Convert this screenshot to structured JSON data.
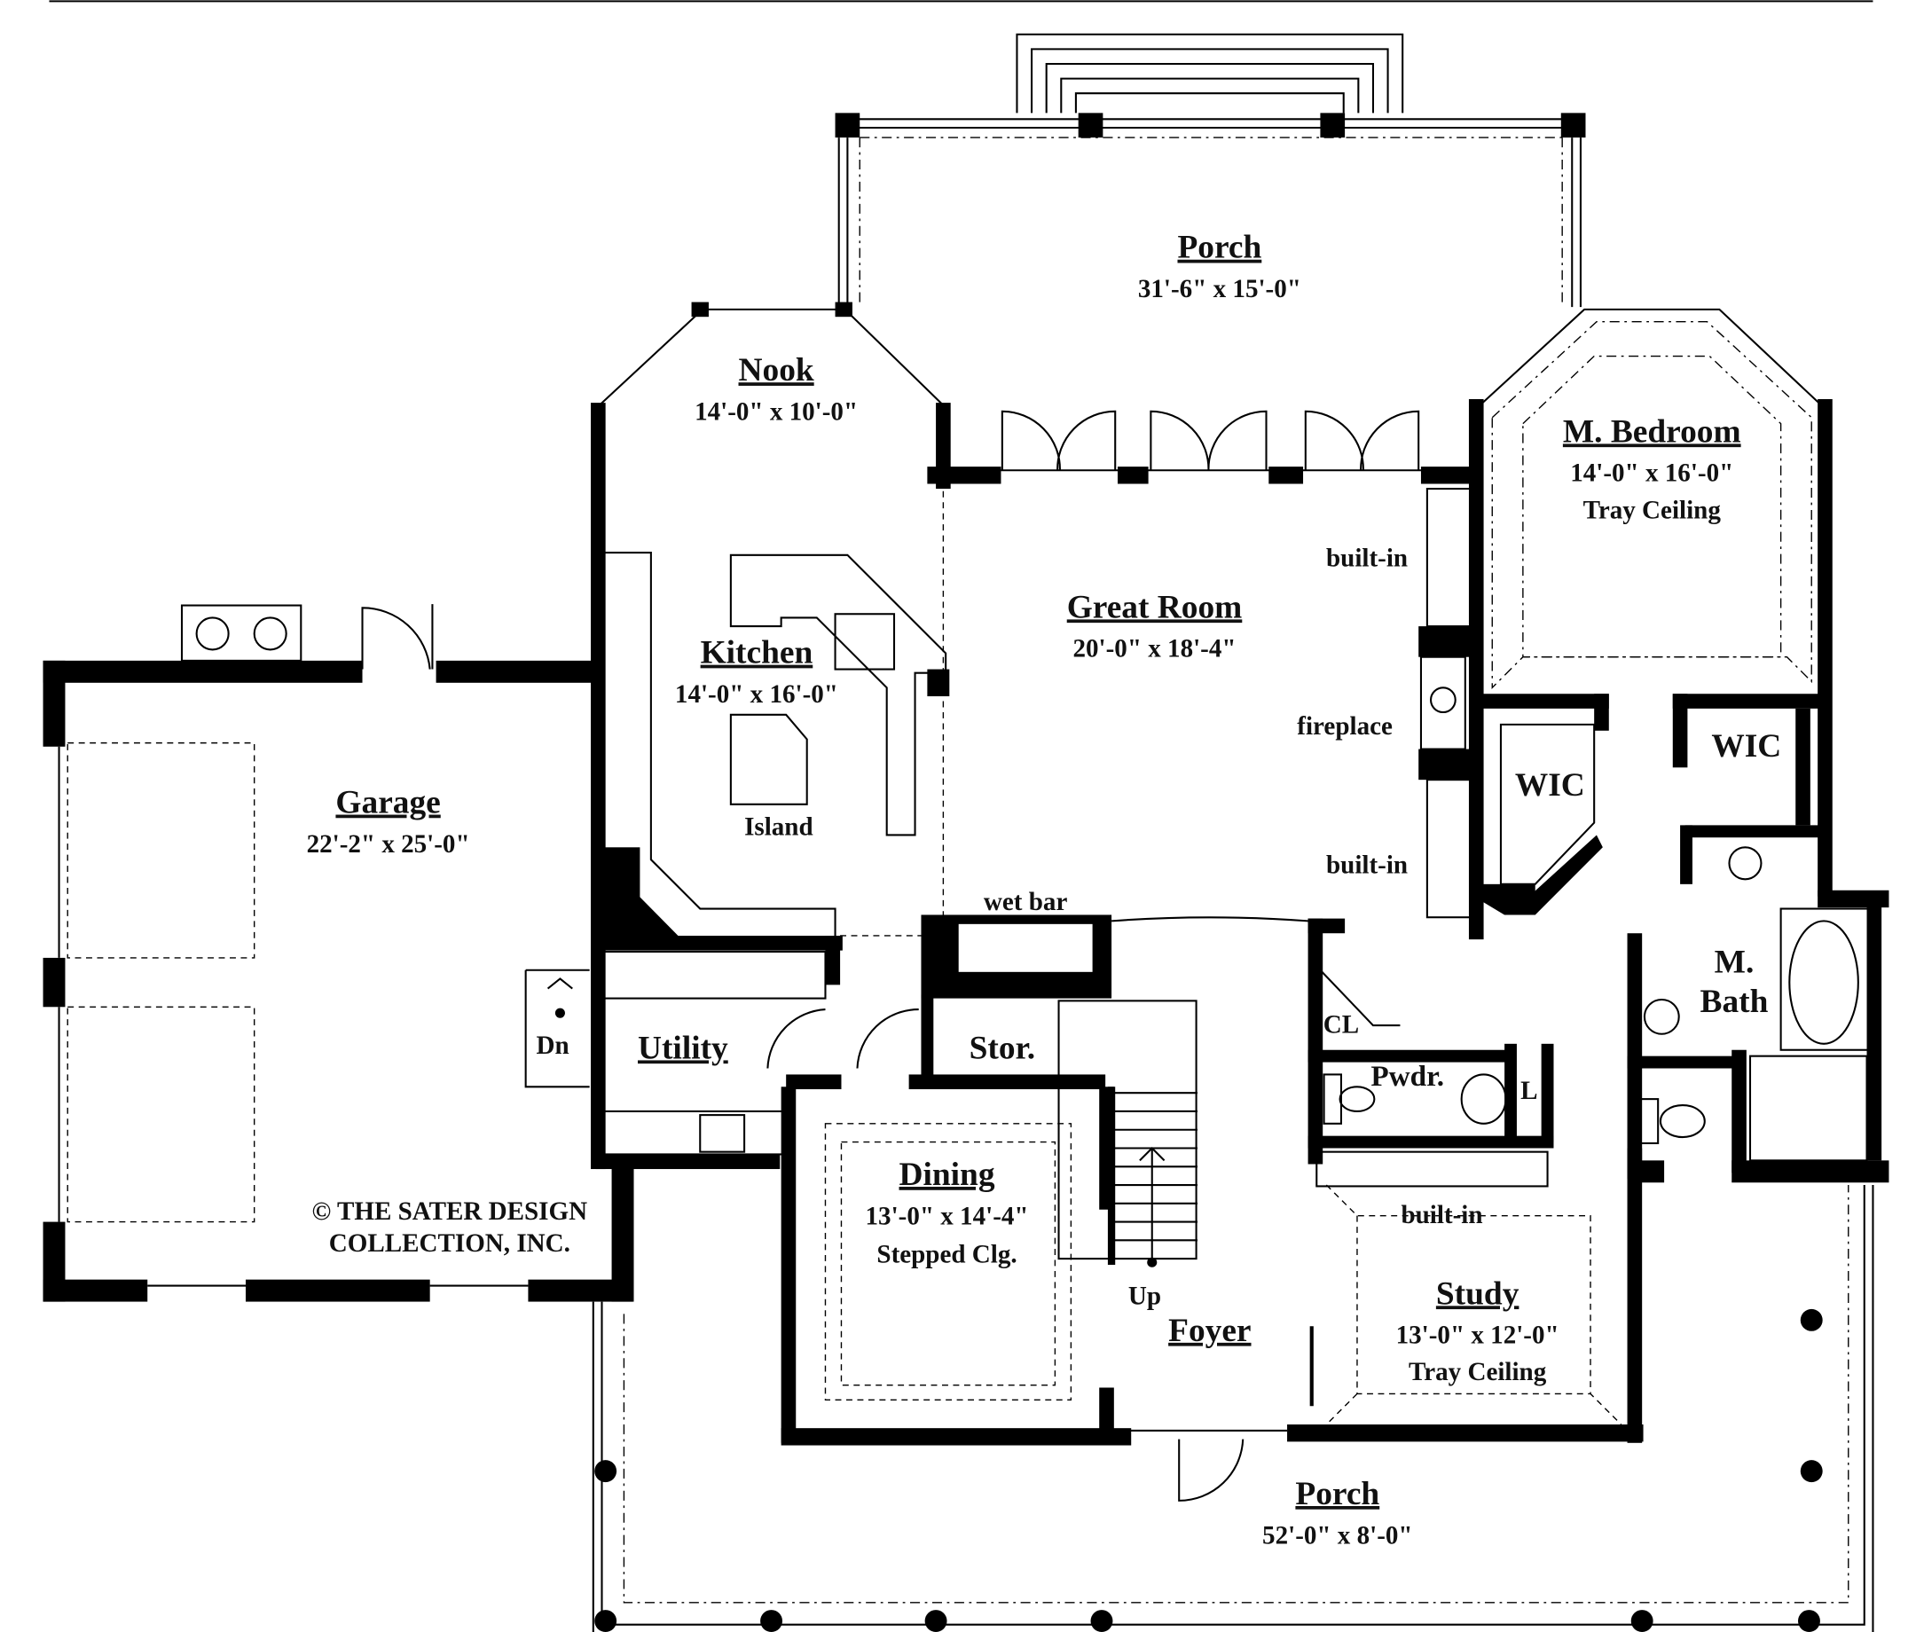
{
  "rooms": {
    "rear_porch": {
      "name": "Porch",
      "dims": "31'-6\" x 15'-0\""
    },
    "nook": {
      "name": "Nook",
      "dims": "14'-0\" x 10'-0\""
    },
    "m_bedroom": {
      "name": "M. Bedroom",
      "dims": "14'-0\" x 16'-0\"",
      "note": "Tray Ceiling"
    },
    "great_room": {
      "name": "Great Room",
      "dims": "20'-0\" x 18'-4\""
    },
    "kitchen": {
      "name": "Kitchen",
      "dims": "14'-0\" x 16'-0\""
    },
    "garage": {
      "name": "Garage",
      "dims": "22'-2\" x 25'-0\""
    },
    "utility": {
      "name": "Utility"
    },
    "storage": {
      "name": "Stor."
    },
    "dining": {
      "name": "Dining",
      "dims": "13'-0\" x 14'-4\"",
      "note": "Stepped Clg."
    },
    "foyer": {
      "name": "Foyer"
    },
    "study": {
      "name": "Study",
      "dims": "13'-0\" x 12'-0\"",
      "note": "Tray Ceiling"
    },
    "front_porch": {
      "name": "Porch",
      "dims": "52'-0\" x 8'-0\""
    },
    "wic_left": {
      "name": "WIC"
    },
    "wic_right": {
      "name": "WIC"
    },
    "m_bath": {
      "name": "M.",
      "name2": "Bath"
    },
    "powder": {
      "name": "Pwdr."
    }
  },
  "notes": {
    "builtin_top": "built-in",
    "fireplace": "fireplace",
    "builtin_bottom": "built-in",
    "builtin_study": "built-in",
    "wet_bar": "wet bar",
    "island": "Island",
    "closet": "CL",
    "linen": "L",
    "down": "Dn",
    "up": "Up"
  },
  "copyright": {
    "line1": "© THE SATER DESIGN",
    "line2": "COLLECTION, INC."
  }
}
